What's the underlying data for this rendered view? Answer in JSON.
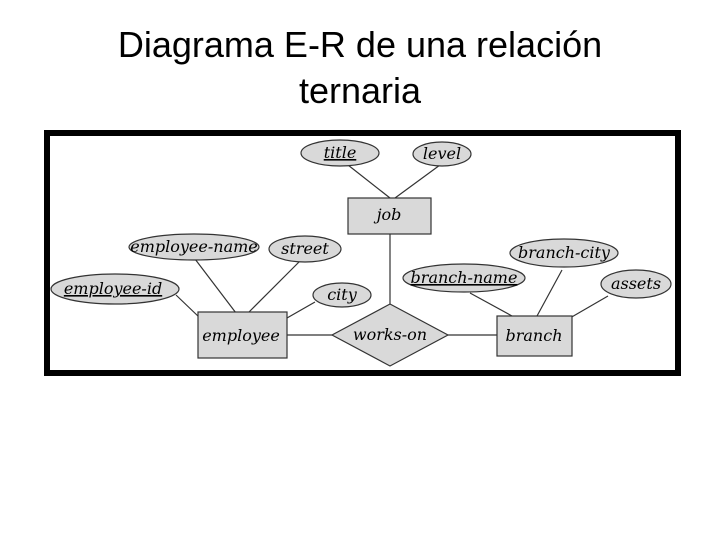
{
  "page": {
    "title_line1": "Diagrama E-R de una relación",
    "title_line2": "ternaria"
  },
  "diagram": {
    "entities": {
      "job": "job",
      "employee": "employee",
      "branch": "branch"
    },
    "relationship": "works-on",
    "attributes": {
      "title": "title",
      "level": "level",
      "employee_name": "employee-name",
      "street": "street",
      "employee_id": "employee-id",
      "city": "city",
      "branch_city": "branch-city",
      "branch_name": "branch-name",
      "assets": "assets"
    },
    "key_attributes": [
      "title",
      "employee-id",
      "branch-name"
    ],
    "colors": {
      "shape_fill": "#d9d9d9",
      "stroke": "#333333",
      "frame": "#000000"
    }
  }
}
